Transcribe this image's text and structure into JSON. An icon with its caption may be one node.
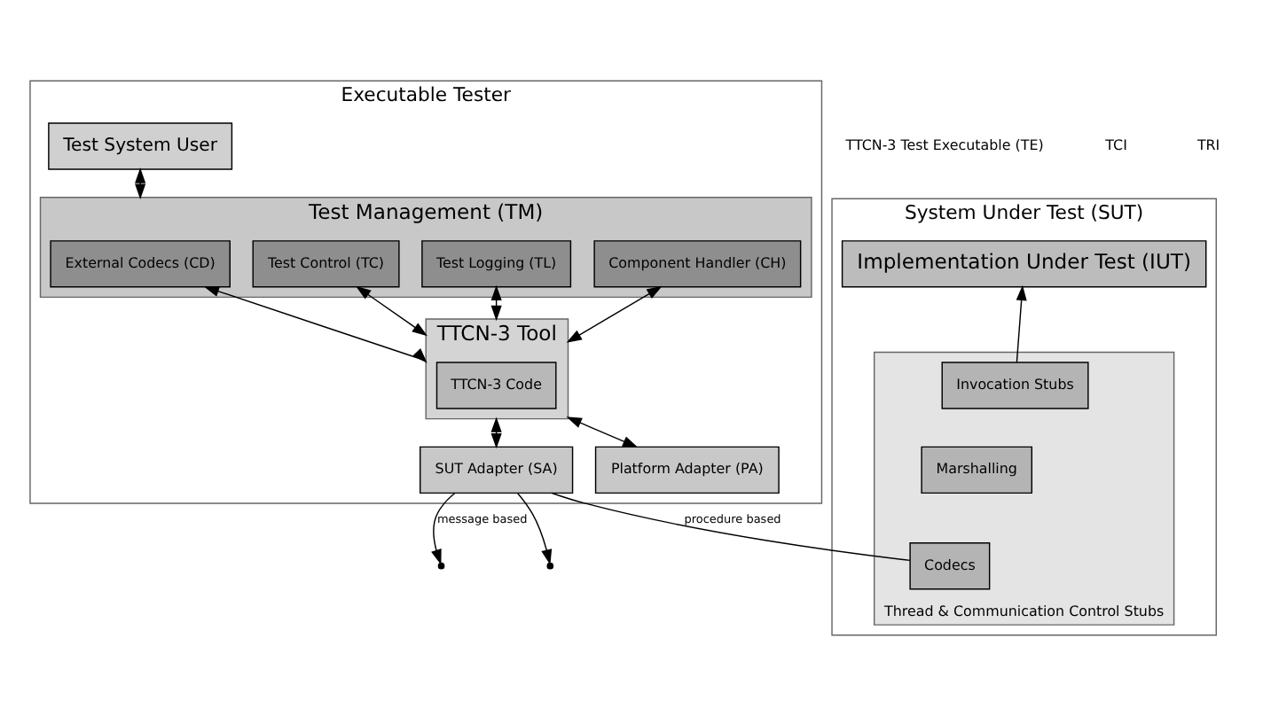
{
  "diagram": {
    "nodes": [
      {
        "text": [
          "Executable Tester"
        ]
      },
      {
        "text": [
          "Test System User"
        ],
        "in": 0
      },
      {
        "text": [
          "Test Management (TM)"
        ],
        "in": 0
      },
      {
        "text": [
          "External Codecs (CD)"
        ],
        "in": 2
      },
      {
        "text": [
          "Test Control (TC)"
        ],
        "in": 2
      },
      {
        "text": [
          "Test Logging (TL)"
        ],
        "in": 2
      },
      {
        "text": [
          "Component Handler (CH)"
        ],
        "in": 2
      },
      {
        "text": [
          "TTCN-3 Tool"
        ],
        "in": 0
      },
      {
        "text": [
          "TTCN-3 Code"
        ],
        "in": 7
      },
      {
        "text": [
          "SUT Adapter (SA)"
        ],
        "in": 0
      },
      {
        "text": [
          "Platform Adapter (PA)"
        ],
        "in": 0
      },
      {
        "text": [
          "System Under Test (SUT)"
        ]
      },
      {
        "text": [
          "Implementation Under Test (IUT)"
        ],
        "in": 11
      },
      {
        "text": [
          "Thread & Communication Control Stubs"
        ],
        "in": 11
      },
      {
        "text": [
          "Invocation Stubs"
        ],
        "in": 13
      },
      {
        "text": [
          "Marshalling"
        ],
        "in": 13
      },
      {
        "text": [
          "Codecs"
        ],
        "in": 13
      }
    ],
    "edges": [
      {
        "from": 1,
        "to": 2,
        "arrow": "both"
      },
      {
        "from": 5,
        "to": 7,
        "arrow": "both"
      },
      {
        "from": 3,
        "to": 7,
        "arrow": "both"
      },
      {
        "from": 4,
        "to": 7,
        "arrow": "both"
      },
      {
        "from": 6,
        "to": 7,
        "arrow": "both"
      },
      {
        "from": 7,
        "to": 9,
        "arrow": "both"
      },
      {
        "from": 7,
        "to": 10,
        "arrow": "both"
      },
      {
        "from": 9,
        "to": null,
        "arrow": "to",
        "label": "message based"
      },
      {
        "from": 9,
        "to": null,
        "arrow": "to"
      },
      {
        "from": 9,
        "to": 16,
        "arrow": "none",
        "label": "procedure based"
      },
      {
        "from": 14,
        "to": 12,
        "arrow": "to"
      }
    ],
    "labels": [
      "TTCN-3 Test Executable (TE)",
      "TCI",
      "TRI"
    ]
  }
}
